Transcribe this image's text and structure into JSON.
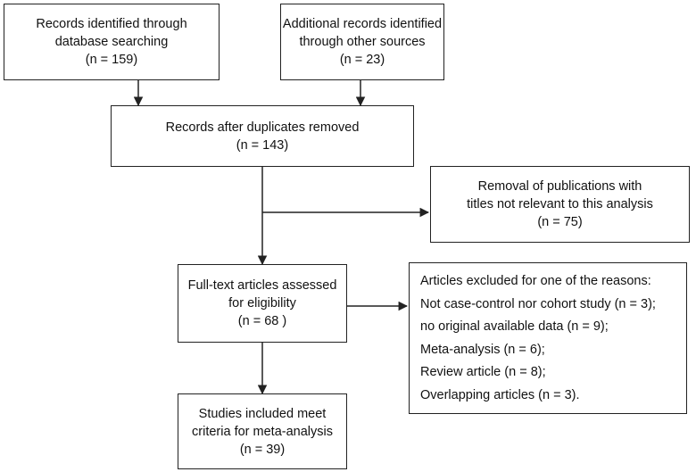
{
  "boxes": {
    "database": [
      "Records identified through",
      "database searching",
      "(n =  159)"
    ],
    "other_sources": [
      "Additional records identified",
      "through other sources",
      "(n = 23)"
    ],
    "after_duplicates": [
      "Records after duplicates removed",
      "(n =  143)"
    ],
    "removal": [
      "Removal of publications with",
      "titles not relevant to this analysis",
      "(n = 75)"
    ],
    "full_text": [
      "Full-text articles assessed",
      "for eligibility",
      "(n = 68 )"
    ],
    "excluded": [
      "Articles excluded for one of the reasons:",
      "Not case-control nor cohort study (n = 3);",
      "no original available data (n = 9);",
      "Meta-analysis (n = 6);",
      "Review article (n = 8);",
      "Overlapping articles (n = 3)."
    ],
    "included": [
      "Studies included meet",
      "criteria for meta-analysis",
      "(n = 39)"
    ]
  }
}
